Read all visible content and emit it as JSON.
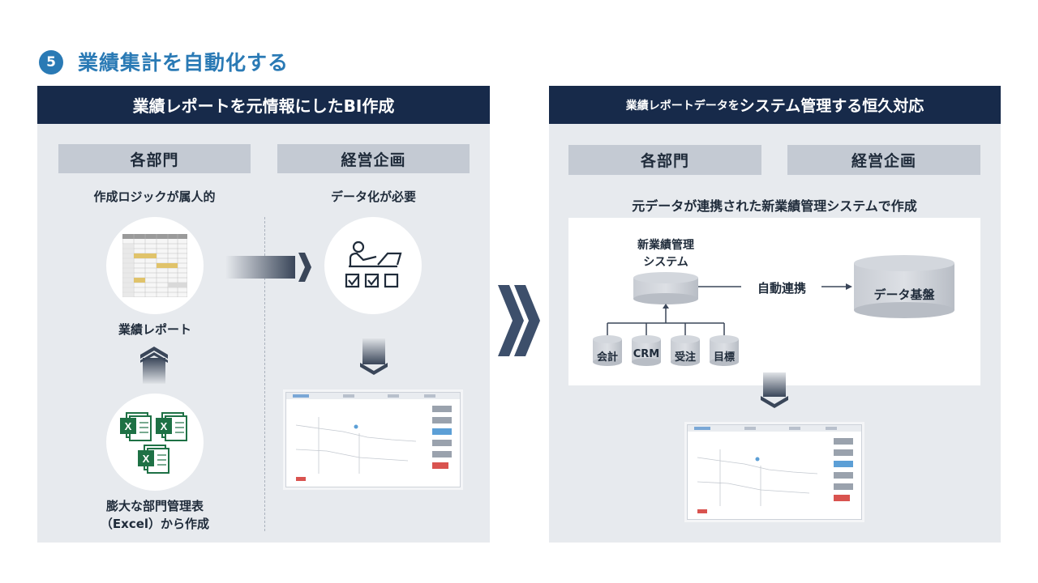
{
  "title": {
    "step": "5",
    "text": "業績集計を自動化する"
  },
  "left_panel": {
    "header": "業績レポートを元情報にしたBI作成",
    "col1": {
      "header": "各部門",
      "subtitle": "作成ロジックが属人的",
      "report_label": "業績レポート",
      "source_label_line1": "膨大な部門管理表",
      "source_label_line2": "（Excel）から作成"
    },
    "col2": {
      "header": "経営企画",
      "subtitle": "データ化が必要"
    }
  },
  "right_panel": {
    "header_small": "業績レポートデータを",
    "header_large": "システム管理する恒久対応",
    "col1_header": "各部門",
    "col2_header": "経営企画",
    "subtitle": "元データが連携された新業績管理システムで作成",
    "system_label_line1": "新業績管理",
    "system_label_line2": "システム",
    "link_label": "自動連携",
    "data_platform_label": "データ基盤",
    "sources": [
      "会計",
      "CRM",
      "受注",
      "目標"
    ]
  },
  "colors": {
    "navy": "#172a4a",
    "accent": "#2a7ab5",
    "panel_bg": "#e7eaee",
    "excel_green": "#1e7145"
  }
}
